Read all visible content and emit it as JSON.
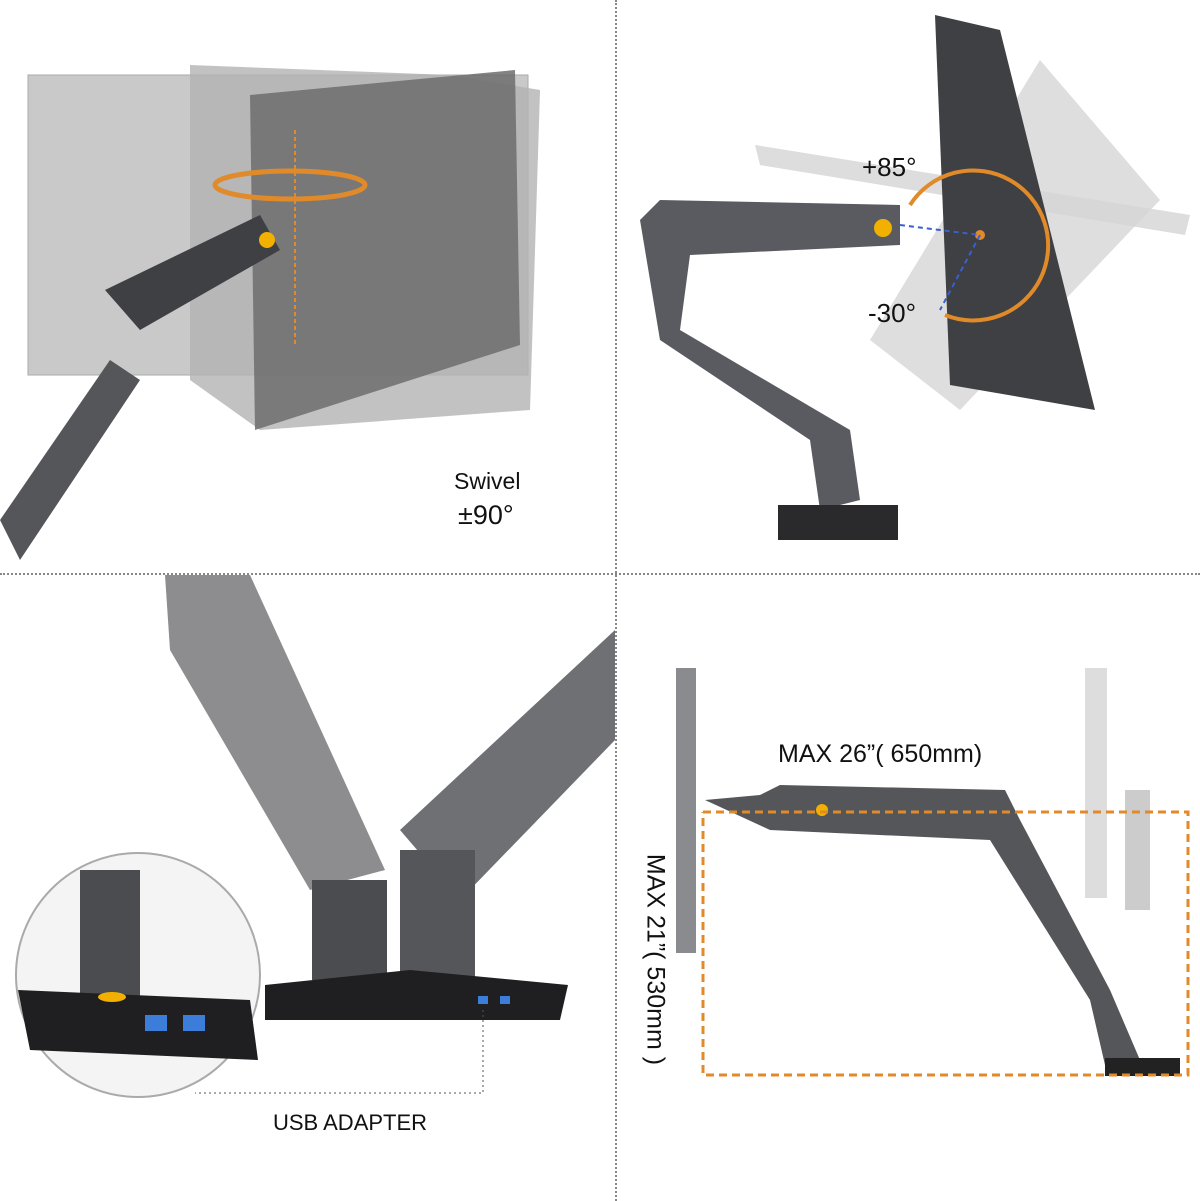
{
  "panels": {
    "swivel": {
      "label": "Swivel",
      "value": "±90°"
    },
    "tilt": {
      "up": "+85°",
      "down": "-30°"
    },
    "usb": {
      "label": "USB ADAPTER"
    },
    "extension": {
      "horizontal": "MAX 26”( 650mm)",
      "vertical": "MAX 21”( 530mm )"
    }
  },
  "colors": {
    "accent": "#e08a2a",
    "arm": "#4a4b4f",
    "divider": "#888888"
  }
}
